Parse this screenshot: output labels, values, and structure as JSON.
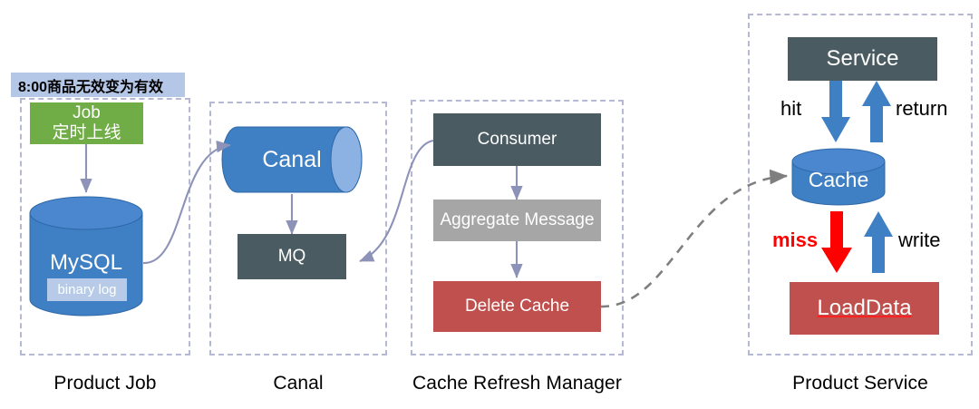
{
  "diagram": {
    "title_banner": "8:00商品无效变为有效",
    "groups": [
      {
        "id": "product-job",
        "caption": "Product Job"
      },
      {
        "id": "canal",
        "caption": "Canal"
      },
      {
        "id": "cache-refresh-manager",
        "caption": "Cache Refresh Manager"
      },
      {
        "id": "product-service",
        "caption": "Product Service"
      }
    ],
    "nodes": {
      "job": {
        "line1": "Job",
        "line2": "定时上线",
        "color": "#70ad47"
      },
      "mysql": {
        "label": "MySQL",
        "sub": "binary log",
        "color": "#3f7fc4"
      },
      "canal": {
        "label": "Canal",
        "color": "#3f7fc4"
      },
      "mq": {
        "label": "MQ",
        "color": "#4a5c62"
      },
      "consumer": {
        "label": "Consumer",
        "color": "#4a5c62"
      },
      "aggregate": {
        "label": "Aggregate Message",
        "color": "#a6a6a6"
      },
      "delete_cache": {
        "label": "Delete Cache",
        "color": "#c0504d"
      },
      "service": {
        "label": "Service",
        "color": "#4a5c62"
      },
      "cache": {
        "label": "Cache",
        "color": "#3f7fc4"
      },
      "loaddata": {
        "label": "LoadData",
        "color": "#c0504d"
      }
    },
    "edge_labels": {
      "hit": "hit",
      "return": "return",
      "miss": "miss",
      "write": "write"
    },
    "colors": {
      "dashed_border": "#b5b9d4",
      "connector": "#8d93b8",
      "dashed_connector": "#7f7f7f",
      "blue_arrow": "#3f7fc4",
      "red_arrow": "#ff0000",
      "banner_bg": "#b4c7e7",
      "cylinder_blue": "#3f7fc4",
      "cylinder_blue_top": "#5b93d6"
    }
  }
}
